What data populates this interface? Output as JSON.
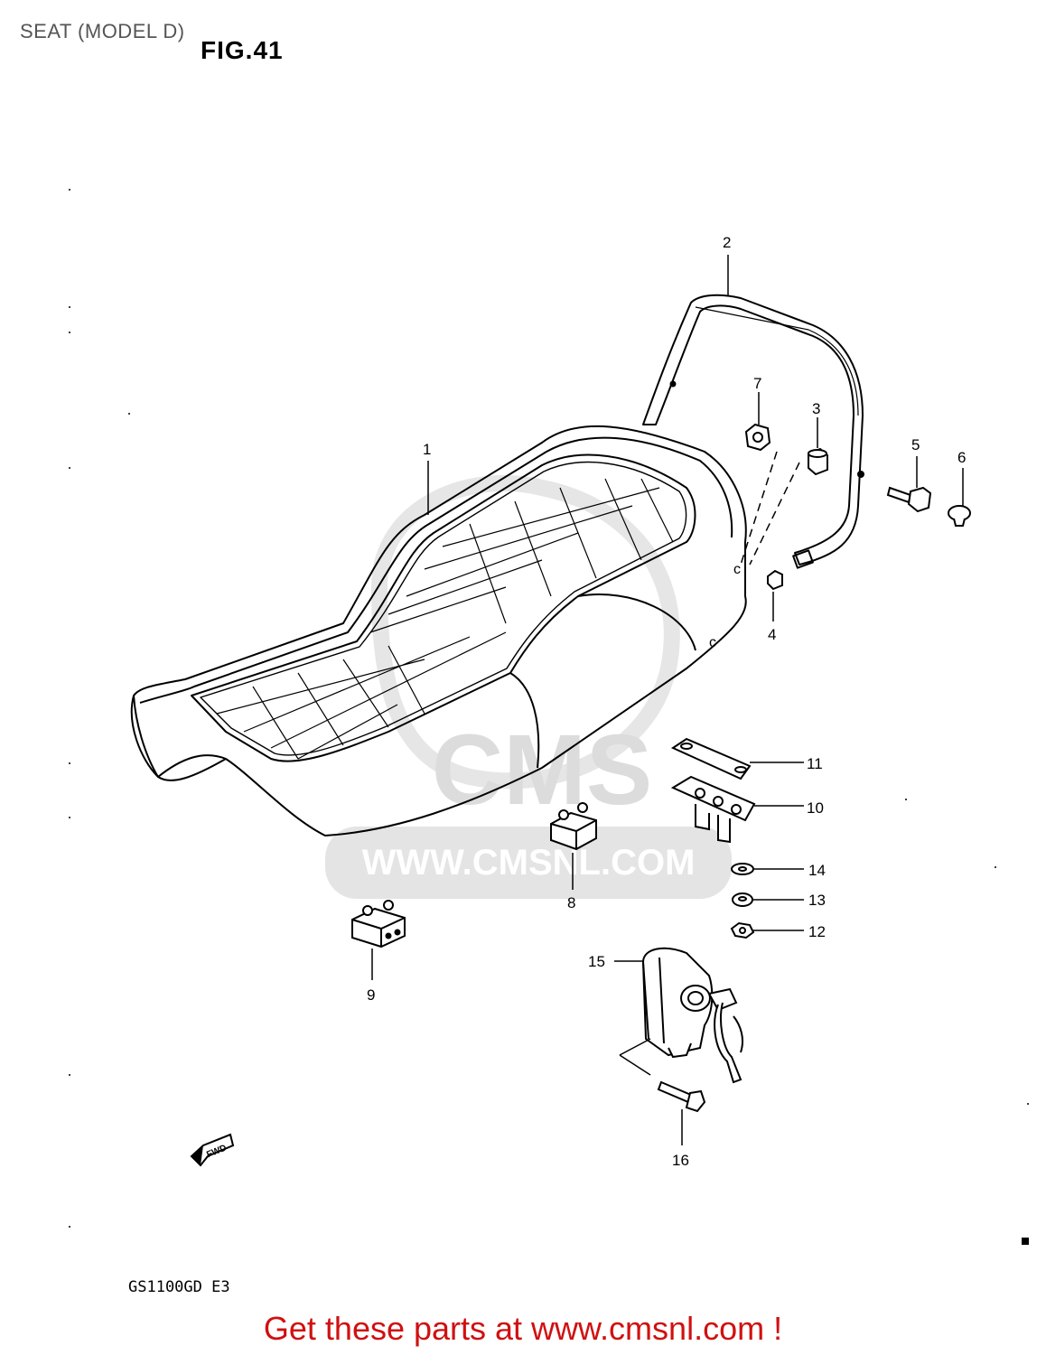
{
  "header": {
    "title": "SEAT (MODEL D)",
    "figure": "FIG.41"
  },
  "watermark": {
    "logo": "CMS",
    "url": "WWW.CMSNL.COM"
  },
  "callouts": [
    {
      "id": "part-1",
      "number": "1"
    },
    {
      "id": "part-2",
      "number": "2"
    },
    {
      "id": "part-3",
      "number": "3"
    },
    {
      "id": "part-4",
      "number": "4"
    },
    {
      "id": "part-5",
      "number": "5"
    },
    {
      "id": "part-6",
      "number": "6"
    },
    {
      "id": "part-7",
      "number": "7"
    },
    {
      "id": "part-8",
      "number": "8"
    },
    {
      "id": "part-9",
      "number": "9"
    },
    {
      "id": "part-10",
      "number": "10"
    },
    {
      "id": "part-11",
      "number": "11"
    },
    {
      "id": "part-12",
      "number": "12"
    },
    {
      "id": "part-13",
      "number": "13"
    },
    {
      "id": "part-14",
      "number": "14"
    },
    {
      "id": "part-15",
      "number": "15"
    },
    {
      "id": "part-16",
      "number": "16"
    }
  ],
  "fwd_arrow": "FWD",
  "footer": {
    "model_code": "GS1100GD E3",
    "cta": "Get these parts at www.cmsnl.com !"
  },
  "colors": {
    "cta": "#d01010",
    "watermark": "#d8d8d8"
  }
}
